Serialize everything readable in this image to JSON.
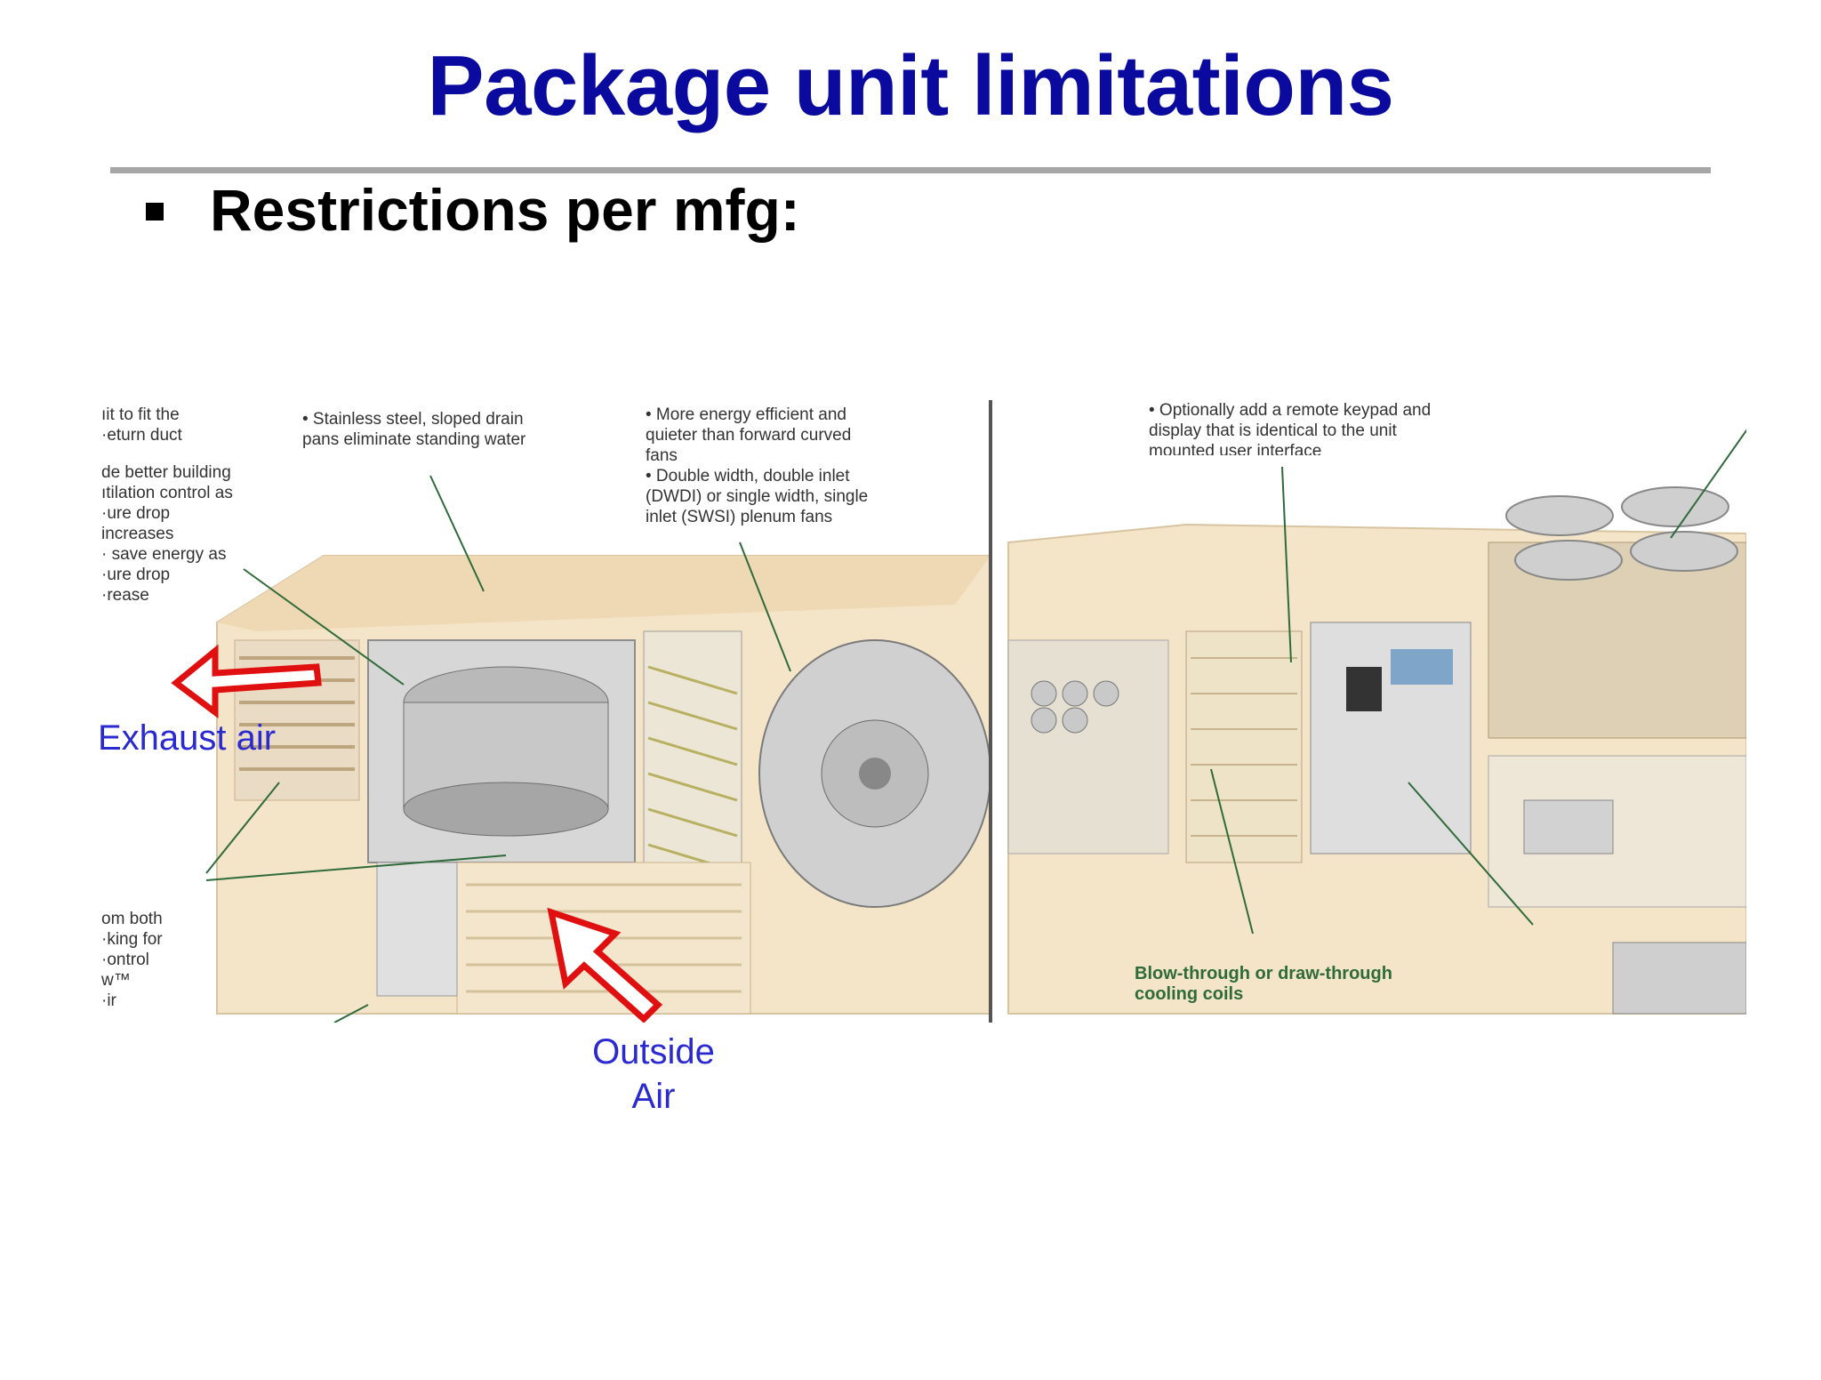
{
  "slide": {
    "title": "Package unit limitations",
    "bullet": "Restrictions per mfg:"
  },
  "diagram": {
    "callouts": {
      "left_top": "ıit to fit the\n·eturn duct",
      "left_mid": "de better building\nıtilation control as\n·ure drop increases\n· save energy as\n·ure drop\n·rease",
      "left_bottom": "om both\n·king for\n·ontrol\nw™\n·ir",
      "drain_pans": "• Stainless steel, sloped drain\n   pans eliminate standing water",
      "fans": "• More energy efficient and\n   quieter than forward curved\n   fans\n• Double width, double inlet\n   (DWDI) or single width, single\n   inlet (SWSI) plenum fans",
      "keypad": "• Optionally add a remote keypad and\n   display that is identical to the unit\n   mounted user interface",
      "coils": "Blow-through or draw-through\ncooling coils"
    },
    "labels": {
      "exhaust": "Exhaust air",
      "outside": "Outside\nAir"
    },
    "colors": {
      "arrow": "#e01010",
      "label": "#2a2ad0",
      "leader": "#2f6b3a",
      "cabinet": "#f4e4c8"
    },
    "icons": [
      "left-arrow-icon",
      "up-right-arrow-icon"
    ]
  }
}
